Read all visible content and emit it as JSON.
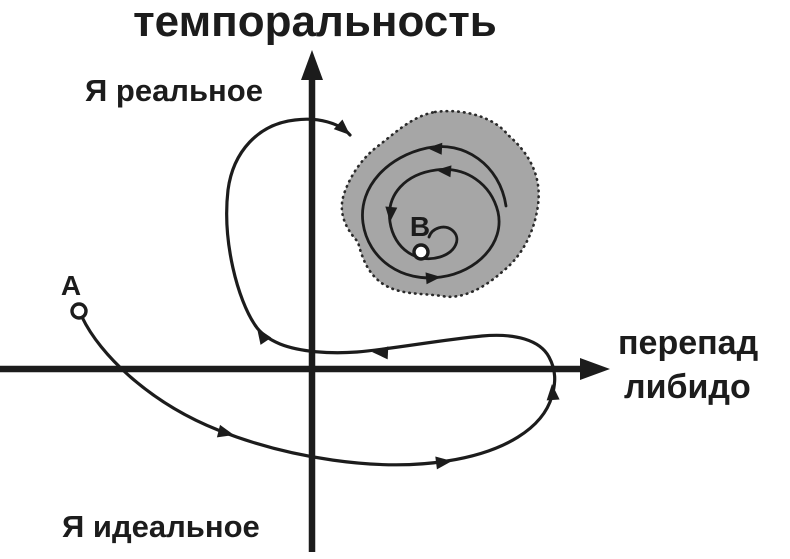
{
  "figure": {
    "title": "темпоральность",
    "axes": {
      "y_top_label": "Я реальное",
      "y_bottom_label": "Я идеальное",
      "x_label_line1": "перепад",
      "x_label_line2": "либидо"
    },
    "points": {
      "a": {
        "label": "A"
      },
      "b": {
        "label": "B"
      }
    },
    "colors": {
      "ink": "#1c1c1c",
      "region_fill": "#a6a6a6",
      "region_border": "#2a2a2a",
      "background": "#ffffff"
    }
  }
}
